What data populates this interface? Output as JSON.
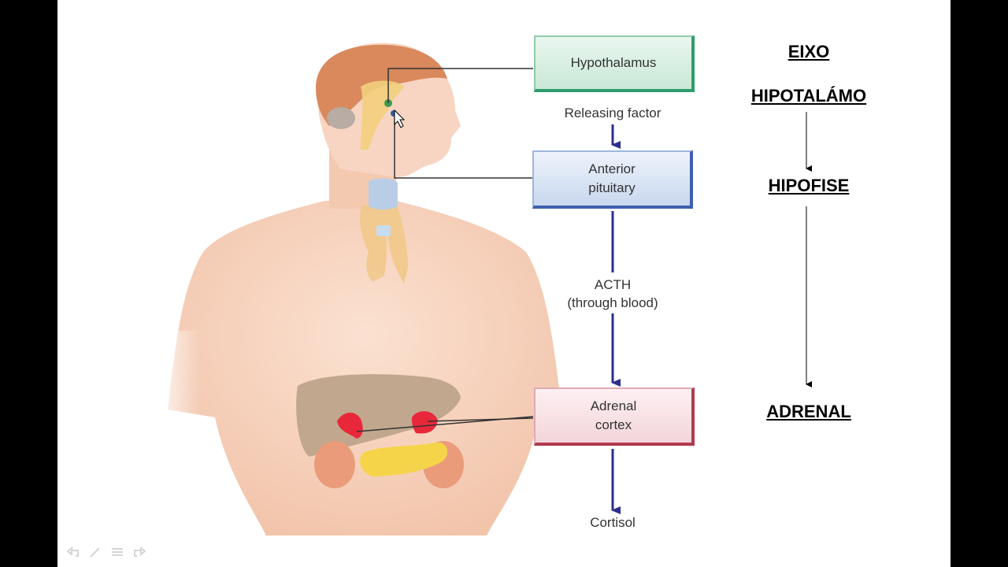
{
  "boxes": {
    "hypothalamus": "Hypothalamus",
    "anterior_pituitary": "Anterior\npituitary",
    "adrenal_cortex": "Adrenal\ncortex"
  },
  "flow_labels": {
    "releasing_factor": "Releasing factor",
    "acth": "ACTH\n(through blood)",
    "cortisol": "Cortisol"
  },
  "axis_labels": [
    "EIXO",
    "HIPOTALÁMO",
    "HIPOFISE",
    "ADRENAL"
  ],
  "colors": {
    "arrow": "#2b2f8f",
    "hypothalamus_border": "#2e9c6a",
    "pituitary_border": "#3f5fae",
    "adrenal_border": "#b23a4e",
    "skin": "#f6d2bd"
  },
  "icons": [
    "undo-icon",
    "pen-icon",
    "menu-icon",
    "redo-icon"
  ]
}
